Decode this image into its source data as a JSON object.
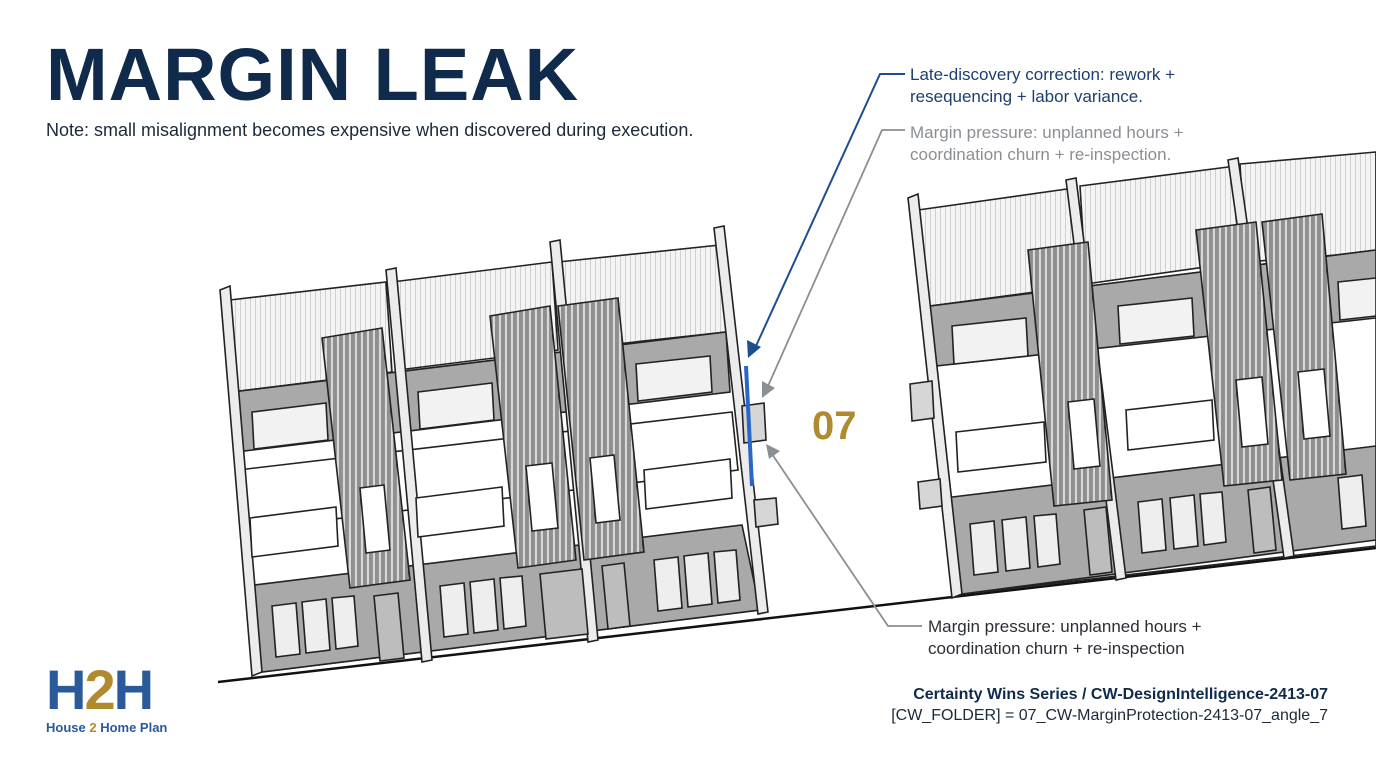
{
  "header": {
    "title": "MARGIN LEAK",
    "note": "Note: small misalignment becomes expensive when discovered during execution."
  },
  "callouts": [
    {
      "line1": "Late-discovery correction: rework +",
      "line2": "resequencing + labor variance."
    },
    {
      "line1": "Margin pressure: unplanned hours +",
      "line2": "coordination churn + re-inspection."
    },
    {
      "line1": "Margin pressure: unplanned hours +",
      "line2": "coordination churn + re-inspection"
    }
  ],
  "marker": {
    "number": "07"
  },
  "footer": {
    "series": "Certainty Wins Series / CW-DesignIntelligence-2413-07",
    "folder": "[CW_FOLDER] = 07_CW-MarginProtection-2413-07_angle_7"
  },
  "logo": {
    "mark_left": "H",
    "mark_mid": "2",
    "mark_right": "H",
    "text_left": "House ",
    "text_mid": "2",
    "text_right": " Home Plan"
  },
  "colors": {
    "navy": "#0f2a4a",
    "accent_blue": "#1d4f8f",
    "gold": "#b08a2e",
    "gray": "#8a8f94"
  }
}
